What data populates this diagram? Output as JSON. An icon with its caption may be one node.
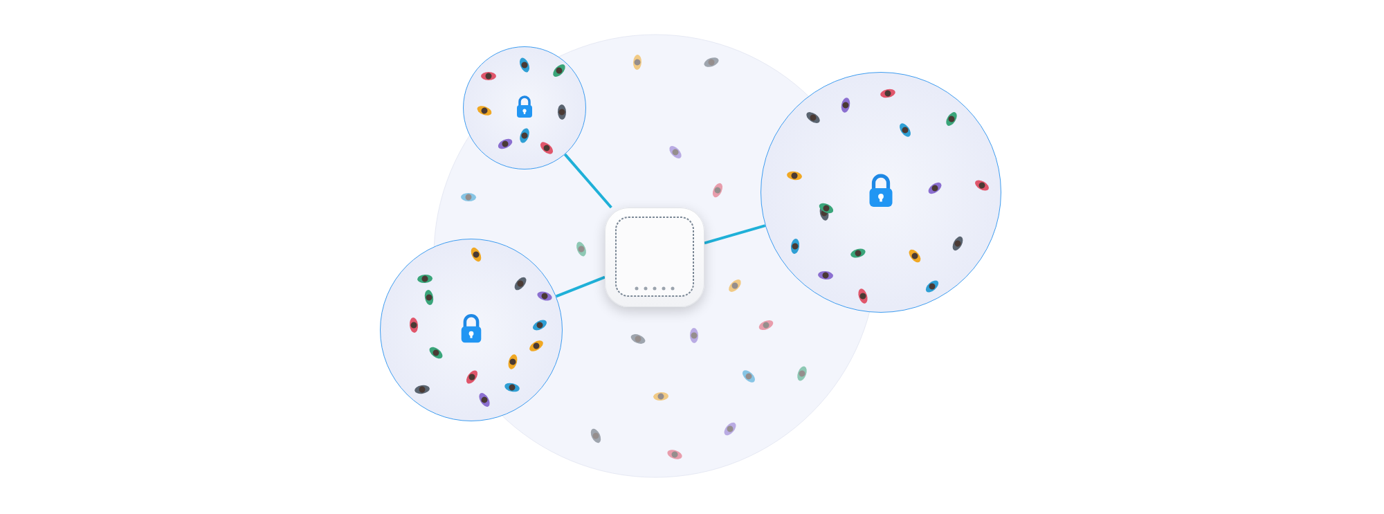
{
  "diagram": {
    "nodes": [
      {
        "text": [],
        "shape": "circle"
      },
      {
        "text": [],
        "shape": "circle"
      },
      {
        "text": [],
        "shape": "picture"
      },
      {
        "text": [],
        "shape": "circle"
      }
    ],
    "edges": [
      {
        "from": 2,
        "to": 0,
        "arrow": "none"
      },
      {
        "from": 2,
        "to": 1,
        "arrow": "none"
      },
      {
        "from": 2,
        "to": 3,
        "arrow": "none"
      }
    ]
  }
}
